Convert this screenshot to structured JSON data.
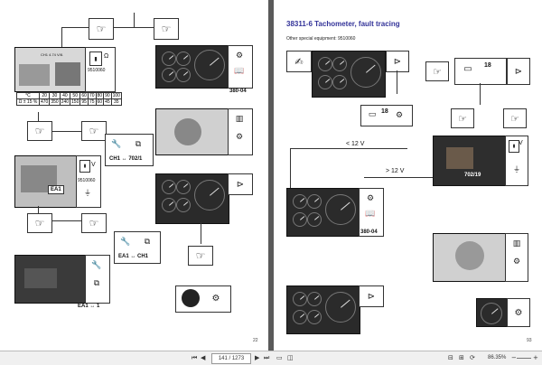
{
  "left_page": {
    "page_number": "22",
    "meter_text": "CH1 4.74 V/8.",
    "ohm_symbol": "Ω",
    "code_9510060_a": "9510060",
    "temp_table": {
      "row1_head": "°C",
      "row1": [
        "20",
        "30",
        "40",
        "50",
        "60",
        "70",
        "80",
        "90",
        "100"
      ],
      "row2_head": "Ω ± 15 %",
      "row2": [
        "470",
        "350",
        "240",
        "150",
        "95",
        "75",
        "60",
        "45",
        "35"
      ]
    },
    "ref_380_04": "380-04",
    "ch1_702_1": "CH1 ↔ 702/1",
    "volt_symbol": "V",
    "code_9510060_b": "9510060",
    "ea1_label": "EA1",
    "ea1_ch1": "EA1 ↔ CH1",
    "ea1_1": "EA1 ↔ 1"
  },
  "right_page": {
    "title": "38311-6 Tachometer, fault tracing",
    "subtitle": "Other special equipment: 9510060",
    "fuse_18_a": "18",
    "fuse_18_b": "18",
    "lt_12v": "< 12 V",
    "gt_12v": "> 12 V",
    "ref_702_19": "702/19",
    "volt_symbol": "V",
    "ref_380_04": "380-04",
    "page_number": "93"
  },
  "toolbar": {
    "page_field": "141 / 1273",
    "zoom": "86.35%"
  },
  "icons": [
    "flowchart-hand-icon",
    "flowchart-question-icon",
    "meter-icon",
    "book-icon",
    "fuse-icon",
    "status-bar-nav-icons"
  ]
}
